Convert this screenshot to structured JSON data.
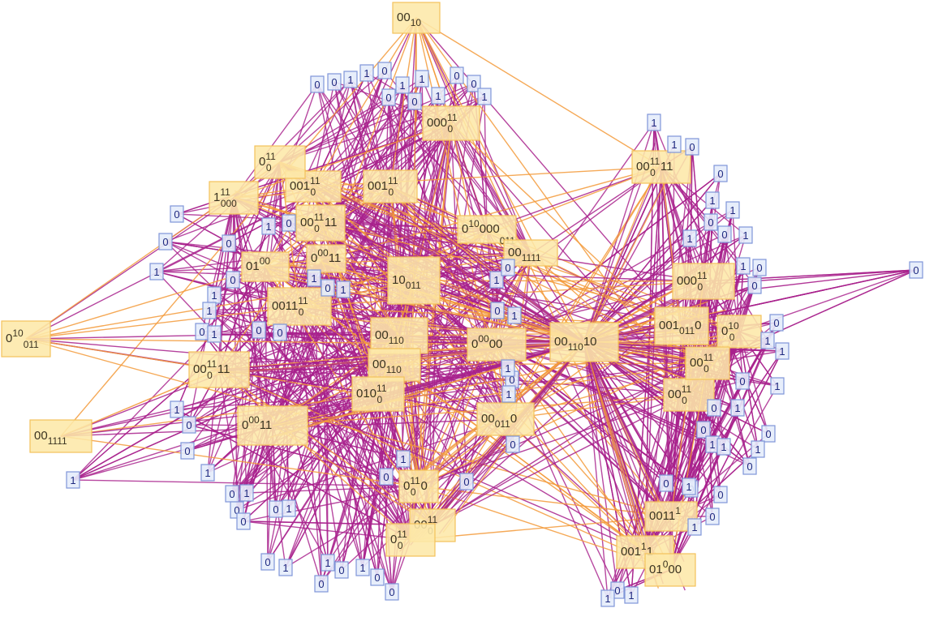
{
  "graph": {
    "colors": {
      "edge_main": "#a8218c",
      "edge_accent": "#f39a3a",
      "node_yellow_fill": "#fde8a8",
      "node_yellow_stroke": "#f3c25b",
      "node_blue_fill": "#e4ecfb",
      "node_blue_stroke": "#7f95d8",
      "node_blue_text": "#1f2a80"
    },
    "yellow_nodes": [
      {
        "id": "y1",
        "main": "00",
        "sub": "10",
        "sup": ""
      },
      {
        "id": "y2",
        "main": "000",
        "sub": "",
        "sup": "11",
        "below": "0"
      },
      {
        "id": "y3",
        "main": "001",
        "sub": "",
        "sup": "11",
        "below": "0"
      },
      {
        "id": "y4",
        "main": "001",
        "sub": "",
        "sup": "11",
        "below": "0"
      },
      {
        "id": "y5",
        "main": "0",
        "sub": "011",
        "sup": "10",
        "after": "000"
      },
      {
        "id": "y6",
        "main": "00",
        "sub": "1111",
        "sup": ""
      },
      {
        "id": "y7",
        "main": "1",
        "sub": "",
        "sup": "11",
        "below": "000"
      },
      {
        "id": "y8",
        "main": "01",
        "sub": "",
        "sup": "00"
      },
      {
        "id": "y9",
        "main": "0",
        "sub": "",
        "sup": "00",
        "after": "11"
      },
      {
        "id": "y10",
        "main": "00",
        "sub": "",
        "sup": "11",
        "below": "0",
        "after": "11"
      },
      {
        "id": "y11",
        "main": "0011",
        "sub": "",
        "sup": "11",
        "below": "0"
      },
      {
        "id": "y12",
        "main": "10",
        "sub": "011",
        "sup": ""
      },
      {
        "id": "y13",
        "main": "00",
        "sub": "110",
        "sup": ""
      },
      {
        "id": "y14",
        "main": "00",
        "sub": "110",
        "sup": ""
      },
      {
        "id": "y15",
        "main": "0",
        "sub": "",
        "sup": "00",
        "after": "00"
      },
      {
        "id": "y16",
        "main": "00",
        "sub": "110",
        "sup": "",
        "after": "10"
      },
      {
        "id": "y17",
        "main": "0",
        "sub": "011",
        "sup": "10"
      },
      {
        "id": "y18",
        "main": "00",
        "sub": "",
        "sup": "11",
        "below": "0",
        "after": "11"
      },
      {
        "id": "y19",
        "main": "010",
        "sub": "",
        "sup": "11",
        "below": "0"
      },
      {
        "id": "y20",
        "main": "00",
        "sub": "1111",
        "sup": ""
      },
      {
        "id": "y21",
        "main": "00",
        "sub": "011",
        "sup": "",
        "after": "0"
      },
      {
        "id": "y22",
        "main": "0",
        "sub": "",
        "sup": "00",
        "after": "11"
      },
      {
        "id": "y23",
        "main": "0",
        "sub": "",
        "sup": "11",
        "below": "0",
        "after": "0"
      },
      {
        "id": "y24",
        "main": "000",
        "sub": "",
        "sup": "11",
        "below": "0"
      },
      {
        "id": "y25",
        "main": "001",
        "sub": "011",
        "sup": "",
        "after": "0"
      },
      {
        "id": "y26",
        "main": "0",
        "sub": "",
        "sup": "10",
        "below": "0"
      },
      {
        "id": "y27",
        "main": "00",
        "sub": "",
        "sup": "11",
        "below": "0"
      },
      {
        "id": "y28",
        "main": "00",
        "sub": "",
        "sup": "11",
        "below": "0",
        "after": "11"
      },
      {
        "id": "y29",
        "main": "00",
        "sub": "",
        "sup": "11",
        "below": "0"
      },
      {
        "id": "y30",
        "main": "0",
        "sub": "",
        "sup": "11",
        "below": "0"
      },
      {
        "id": "y31",
        "main": "0011",
        "sub": "",
        "sup": "1"
      },
      {
        "id": "y32",
        "main": "001",
        "sub": "",
        "sup": "1",
        "after": "1"
      },
      {
        "id": "y33",
        "main": "01",
        "sub": "",
        "sup": "0",
        "after": "00"
      },
      {
        "id": "y34",
        "main": "00",
        "sub": "",
        "sup": "11",
        "below": "0"
      },
      {
        "id": "y35",
        "main": "0",
        "sub": "",
        "sup": "11",
        "below": "0"
      }
    ],
    "blue_nodes": [
      "0",
      "0",
      "1",
      "1",
      "0",
      "1",
      "1",
      "1",
      "0",
      "0",
      "1",
      "0",
      "0",
      "1",
      "1",
      "0",
      "0",
      "1",
      "1",
      "0",
      "1",
      "0",
      "1",
      "1",
      "0",
      "0",
      "0",
      "1",
      "1",
      "0",
      "1",
      "0",
      "0",
      "1",
      "1",
      "0",
      "0",
      "1",
      "1",
      "0",
      "0",
      "1",
      "0",
      "0",
      "1",
      "1",
      "0",
      "1",
      "0",
      "0",
      "1",
      "0",
      "0",
      "1",
      "1",
      "0",
      "1",
      "0",
      "0",
      "1",
      "0",
      "1",
      "0",
      "1",
      "1",
      "0",
      "0",
      "1",
      "0",
      "1",
      "0",
      "1",
      "1",
      "0",
      "0",
      "1",
      "0",
      "1",
      "0",
      "0",
      "1",
      "0",
      "0",
      "1",
      "0",
      "1",
      "0",
      "1",
      "0",
      "0",
      "1",
      "0",
      "0",
      "1",
      "0"
    ]
  }
}
